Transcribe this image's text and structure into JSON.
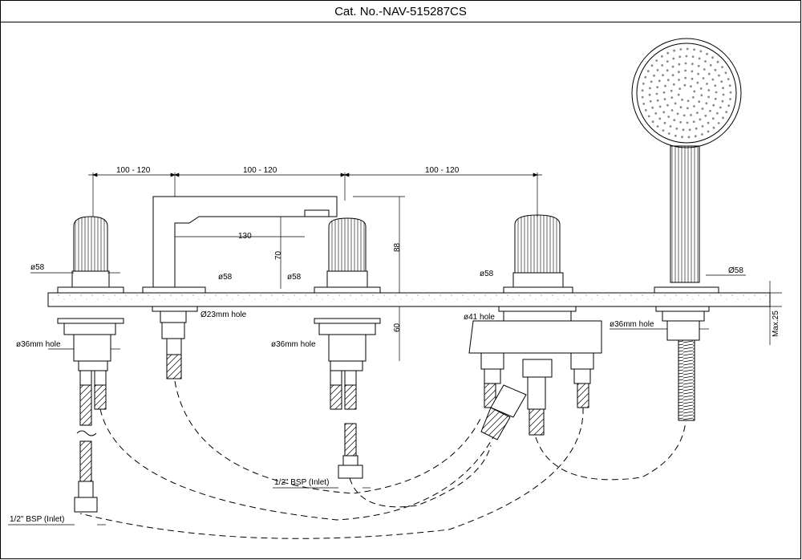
{
  "header": {
    "catalog_number": "Cat. No.-NAV-515287CS"
  },
  "dimensions": {
    "spacing_1": "100 - 120",
    "spacing_2": "100 - 120",
    "spacing_3": "100 - 120",
    "spout_reach": "130",
    "spout_height_70": "70",
    "spout_height_88": "88",
    "below_deck_60": "60",
    "max_deck": "Max.25"
  },
  "labels": {
    "dia58_a": "ø58",
    "dia58_b": "ø58",
    "dia58_c": "ø58",
    "dia58_d": "ø58",
    "dia58_e": "Ø58",
    "hole23": "Ø23mm hole",
    "hole36_a": "ø36mm hole",
    "hole36_b": "ø36mm hole",
    "hole36_c": "ø36mm hole",
    "hole41": "ø41 hole",
    "bsp_left": "1/2\" BSP (Inlet)",
    "bsp_mid": "1/2\" BSP (Inlet)"
  },
  "colors": {
    "line": "#000000",
    "deck_fill": "#f4f4f4",
    "dash": "#000000"
  }
}
